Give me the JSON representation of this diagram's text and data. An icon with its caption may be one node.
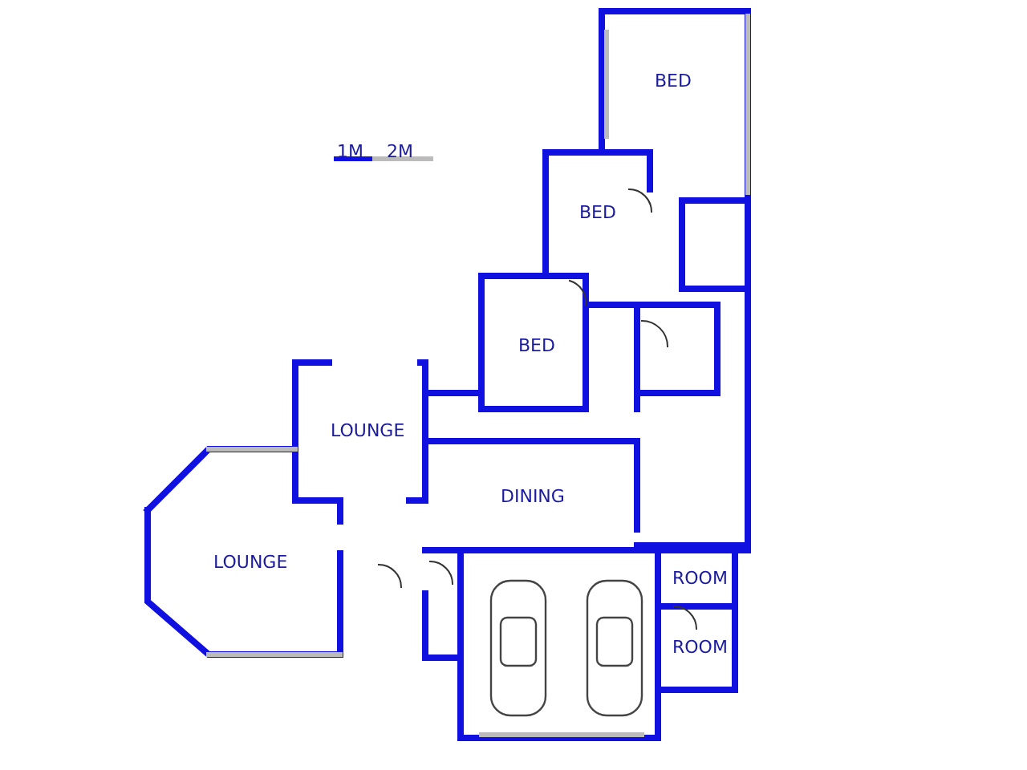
{
  "diagram": {
    "labels": [
      "BED",
      "1M",
      "2M",
      "BED",
      "BED",
      "LOUNGE",
      "DINING",
      "LOUNGE",
      "ROOM",
      "ROOM"
    ]
  }
}
